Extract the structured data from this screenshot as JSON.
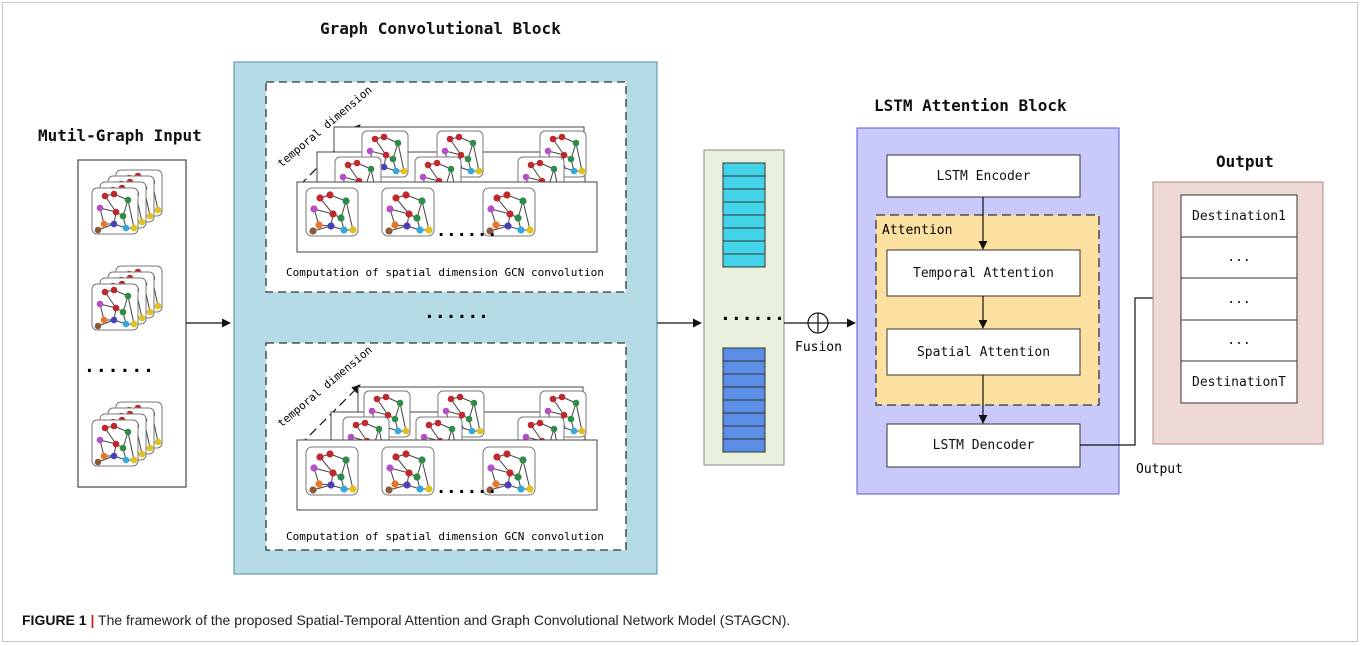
{
  "diagram": {
    "input_title": "Mutil-Graph Input",
    "input_dots": "......",
    "gcb_title": "Graph Convolutional Block",
    "gcb_dots": "......",
    "temporal_label": "temporal dimension",
    "gcn_caption": "Computation of spatial dimension GCN convolution",
    "strip_dots": "......",
    "frame_dots": "......",
    "fusion_label": "Fusion",
    "lstm_title": "LSTM Attention Block",
    "encoder_label": "LSTM Encoder",
    "attention_label": "Attention",
    "temporal_attention_label": "Temporal Attention",
    "spatial_attention_label": "Spatial Attention",
    "decoder_label": "LSTM Dencoder",
    "output_title": "Output",
    "output_items": [
      "Destination1",
      "...",
      "...",
      "...",
      "DestinationT"
    ],
    "output_arrow_label": "Output"
  },
  "caption": {
    "label": "FIGURE 1",
    "separator": "|",
    "text": "The framework of the proposed Spatial-Temporal Attention and Graph Convolutional Network Model (STAGCN)."
  },
  "colors": {
    "gcb_fill": "#b5dce6",
    "strip_fill": "#e6f0dc",
    "cyan_cell": "#43d4ea",
    "blue_cell": "#5b8fe6",
    "lstm_fill": "#c9c9fb",
    "attention_fill": "#fce0a0",
    "output_fill": "#efd9d6"
  }
}
